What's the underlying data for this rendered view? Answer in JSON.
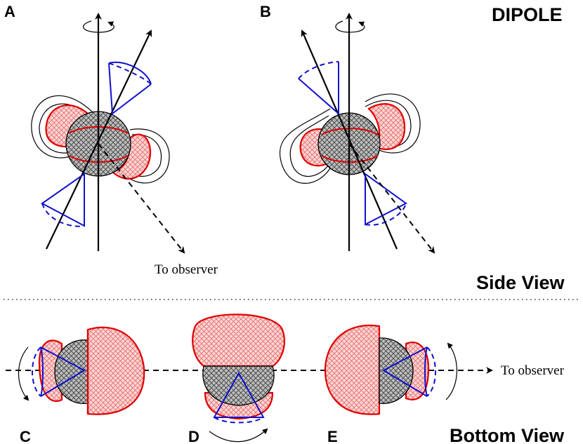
{
  "title": "DIPOLE",
  "labels": {
    "a": "A",
    "b": "B",
    "c": "C",
    "d": "D",
    "e": "E"
  },
  "side_view": "Side View",
  "bottom_view": "Bottom View",
  "to_observer_side": "To observer",
  "to_observer_bottom": "To observer",
  "colors": {
    "emission_region": "#e00000",
    "cone": "#1010d0",
    "star": "#555555"
  }
}
